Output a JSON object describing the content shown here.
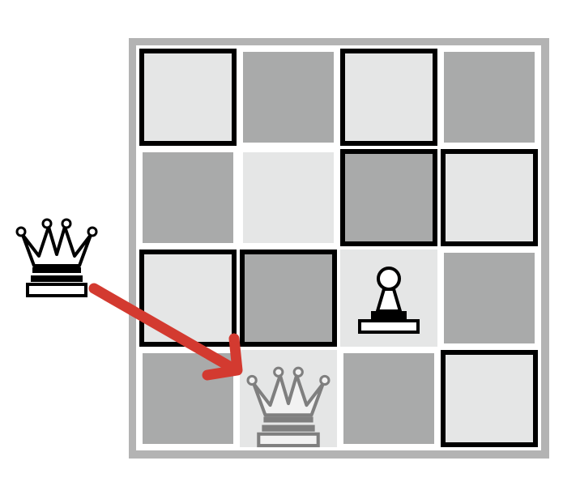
{
  "board": {
    "rows": 4,
    "cols": 4,
    "colors": {
      "frame": "#b3b3b3",
      "light": "#e5e6e6",
      "dark": "#a9aaaa",
      "grid": "#ffffff",
      "border": "#000000",
      "piece_stroke": "#000000",
      "ghost_stroke": "#7f7f7f",
      "ghost_fill": "#f2f2f2",
      "arrow": "#d33a30"
    },
    "squares": [
      [
        "light",
        "dark",
        "light",
        "dark"
      ],
      [
        "dark",
        "light",
        "dark",
        "light"
      ],
      [
        "light",
        "dark",
        "light",
        "dark"
      ],
      [
        "dark",
        "light",
        "dark",
        "light"
      ]
    ],
    "bold_outlined_squares": [
      [
        0,
        0
      ],
      [
        0,
        2
      ],
      [
        1,
        2
      ],
      [
        1,
        3
      ],
      [
        2,
        0
      ],
      [
        2,
        1
      ],
      [
        3,
        3
      ]
    ],
    "highlighted_squares": [
      [
        2,
        2
      ],
      [
        3,
        1
      ]
    ],
    "pieces": [
      {
        "type": "pawn",
        "color": "white",
        "row": 2,
        "col": 2,
        "icon": "pawn-icon"
      }
    ],
    "ghost_piece": {
      "type": "queen",
      "color": "white",
      "row": 3,
      "col": 1,
      "icon": "queen-target-icon"
    }
  },
  "offboard_piece": {
    "type": "queen",
    "color": "white",
    "icon": "queen-icon"
  },
  "move_arrow": {
    "from": "offboard",
    "to": {
      "row": 3,
      "col": 1
    },
    "icon": "arrow-icon"
  }
}
